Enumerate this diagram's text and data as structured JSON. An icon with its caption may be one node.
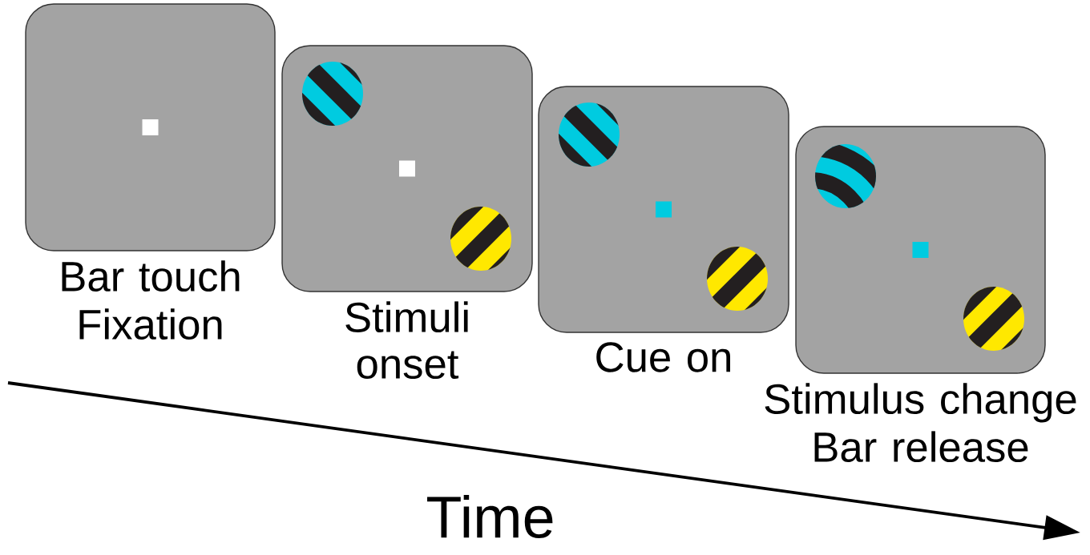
{
  "diagram": {
    "nodes": [
      {
        "text": [],
        "shape": "box",
        "beside": [
          "Bar touch",
          "Fixation"
        ]
      },
      {
        "text": [],
        "shape": "box",
        "beside": [
          "Stimuli onset"
        ]
      },
      {
        "text": [],
        "shape": "box",
        "beside": [
          "Cue on"
        ]
      },
      {
        "text": [],
        "shape": "box",
        "beside": [
          "Stimulus change",
          "Bar release"
        ]
      }
    ],
    "labels": [
      "Time"
    ]
  }
}
